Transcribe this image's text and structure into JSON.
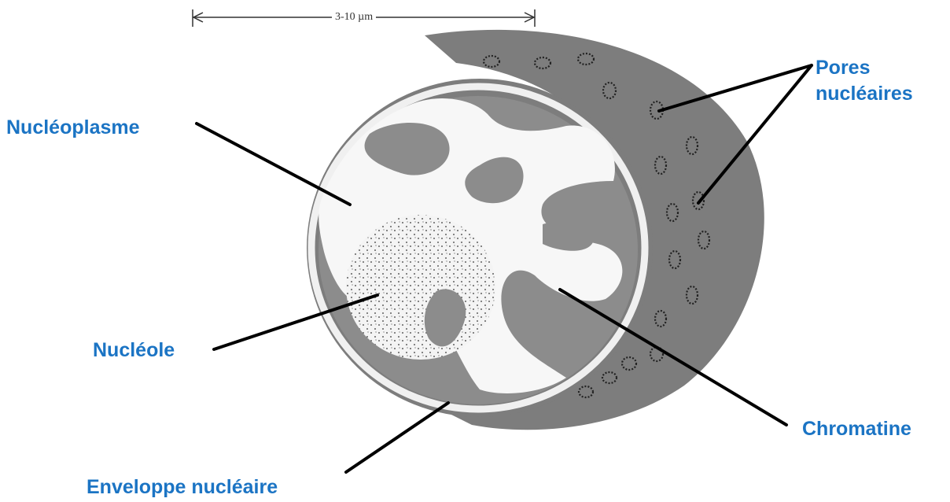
{
  "scale_bar": {
    "text": "3-10 µm"
  },
  "labels": {
    "pores_line1": "Pores",
    "pores_line2": "nucléaires",
    "nucleoplasme": "Nucléoplasme",
    "nucleole": "Nucléole",
    "chromatine": "Chromatine",
    "enveloppe": "Enveloppe nucléaire"
  },
  "colors": {
    "label_text": "#1b74c4",
    "leader_lines": "#000000",
    "envelope_gray": "#7d7d7d",
    "chromatin_gray": "#8c8c8c",
    "nucleoplasm": "#f7f7f7"
  }
}
